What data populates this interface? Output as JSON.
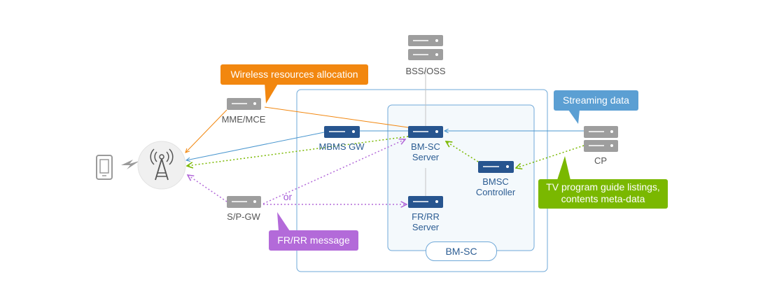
{
  "nodes": {
    "bss_oss": "BSS/OSS",
    "mme_mce": "MME/MCE",
    "mbms_gw": "MBMS GW",
    "bmsc_server": [
      "BM-SC",
      "Server"
    ],
    "bmsc_controller": [
      "BMSC",
      "Controller"
    ],
    "fr_rr_server": [
      "FR/RR",
      "Server"
    ],
    "sp_gw": "S/P-GW",
    "cp": "CP"
  },
  "groups": {
    "bm_sc": "BM-SC"
  },
  "edge_labels": {
    "or": "or"
  },
  "callouts": {
    "wireless": "Wireless resources allocation",
    "streaming": "Streaming data",
    "tv_guide": [
      "TV program guide listings,",
      "contents meta-data"
    ],
    "fr_rr_message": "FR/RR message"
  },
  "colors": {
    "orange": "#f2870f",
    "blue": "#4b97cf",
    "green": "#7ab800",
    "purple": "#b36ad9",
    "server_gray": "#9e9e9e",
    "server_blue": "#27558f",
    "group_border": "#6fa8d8",
    "group_fill": "#f4f9fc"
  },
  "icons": [
    "tablet-icon",
    "lightning-icon",
    "antenna-tower-icon",
    "server-icon"
  ]
}
